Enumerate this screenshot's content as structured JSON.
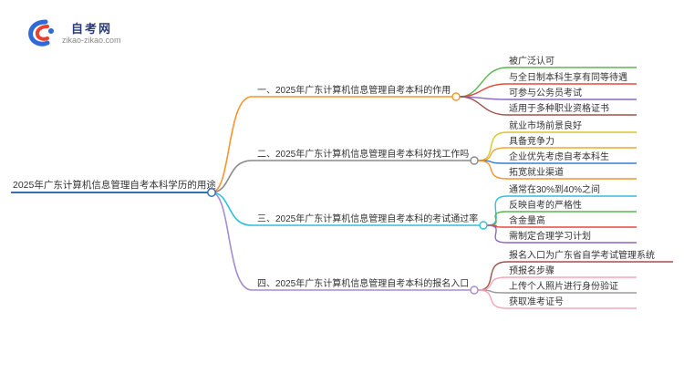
{
  "logo": {
    "title": "自考网",
    "url": "zikao-zikao.com",
    "colors": {
      "blue": "#2f6bd8",
      "red": "#e8412c",
      "navy": "#2a3a7a"
    }
  },
  "root": {
    "label": "2025年广东计算机信息管理自考本科学历的用途",
    "color": "#3a6fb0"
  },
  "branches": [
    {
      "label": "一、2025年广东计算机信息管理自考本科的作用",
      "color": "#f39530",
      "leaves": [
        {
          "label": "被广泛认可",
          "color": "#5ab552"
        },
        {
          "label": "与全日制本科生享有同等待遇",
          "color": "#e24a3a"
        },
        {
          "label": "可参与公务员考试",
          "color": "#8c67c4"
        },
        {
          "label": "适用于多种职业资格证书",
          "color": "#a0524c"
        }
      ]
    },
    {
      "label": "二、2025年广东计算机信息管理自考本科好找工作吗",
      "color": "#8a8a8a",
      "leaves": [
        {
          "label": "就业市场前景良好",
          "color": "#d8c62e"
        },
        {
          "label": "具备竞争力",
          "color": "#f0a530"
        },
        {
          "label": "企业优先考虑自考本科生",
          "color": "#3a7ec8"
        },
        {
          "label": "拓宽就业渠道",
          "color": "#f39530"
        }
      ]
    },
    {
      "label": "三、2025年广东计算机信息管理自考本科的考试通过率",
      "color": "#2fc1d8",
      "leaves": [
        {
          "label": "通常在30%到40%之间",
          "color": "#2fc1d8"
        },
        {
          "label": "反映自考的严格性",
          "color": "#5ab552"
        },
        {
          "label": "含金量高",
          "color": "#e24a3a"
        },
        {
          "label": "需制定合理学习计划",
          "color": "#8c67c4"
        }
      ]
    },
    {
      "label": "四、2025年广东计算机信息管理自考本科的报名入口",
      "color": "#a58bd0",
      "leaves": [
        {
          "label": "报名入口为广东省自学考试管理系统",
          "color": "#a0524c"
        },
        {
          "label": "预报名步骤",
          "color": "#f4a6b8"
        },
        {
          "label": "上传个人照片进行身份验证",
          "color": "#9a9a9a"
        },
        {
          "label": "获取准考证号",
          "color": "#f4a6b8"
        }
      ]
    }
  ]
}
